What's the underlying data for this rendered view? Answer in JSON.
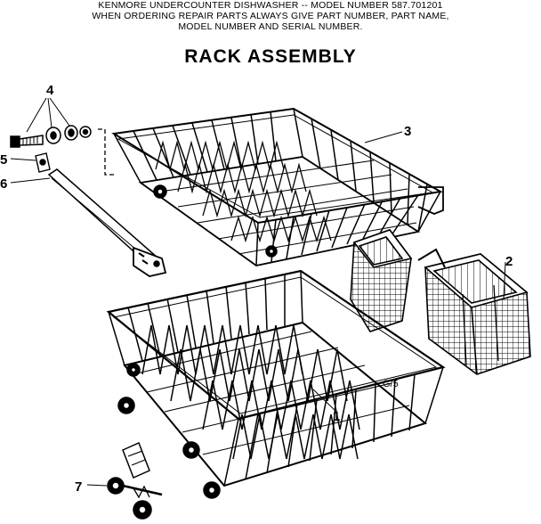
{
  "header": {
    "line1": "KENMORE UNDERCOUNTER DISHWASHER -- MODEL NUMBER 587.701201",
    "line2": "WHEN ORDERING REPAIR PARTS ALWAYS GIVE PART NUMBER, PART NAME,",
    "line3": "MODEL NUMBER AND SERIAL NUMBER."
  },
  "title": "RACK ASSEMBLY",
  "callouts": {
    "c1": "1",
    "c2": "2",
    "c3": "3",
    "c4": "4",
    "c5": "5",
    "c6": "6",
    "c7": "7"
  },
  "figure_code": "G/5"
}
